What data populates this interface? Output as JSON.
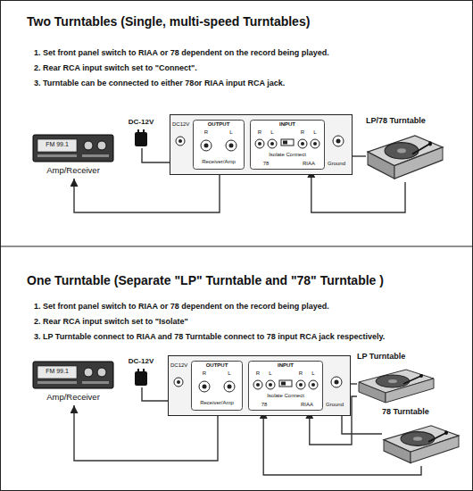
{
  "diagram": {
    "nodes": [
      {
        "text": [
          "Two Turntables (Single, multi-speed Turntables)",
          "1. Set front panel switch to RIAA or 78 dependent on the record being played.",
          "2. Rear RCA input switch set to \"Connect\".",
          "3. Turntable can be connected to either 78or RIAA input RCA jack."
        ]
      },
      {
        "text": [
          "FM 99.1",
          "Amp/Receiver"
        ],
        "in": 0
      },
      {
        "text": [
          "DC-12V"
        ],
        "in": 0
      },
      {
        "text": [
          "DC12V",
          "Ground"
        ],
        "in": 0
      },
      {
        "text": [
          "OUTPUT",
          "R",
          "L",
          "Receiver/Amp"
        ],
        "in": 3
      },
      {
        "text": [
          "INPUT",
          "R",
          "L",
          "78",
          "Isolate Connect",
          "R",
          "L",
          "RIAA"
        ],
        "in": 3
      },
      {
        "text": [
          "LP/78 Turntable"
        ],
        "in": 0
      },
      {
        "text": [
          "One Turntable (Separate \"LP\" Turntable and \"78\" Turntable )",
          "1. Set front panel switch to RIAA or 78 dependent on the record being played.",
          "2. Rear RCA input switch set to \"Isolate\"",
          "3. LP Turntable connect to RIAA and 78 Turntable connect to 78 input RCA jack respectively."
        ]
      },
      {
        "text": [
          "FM 99.1",
          "Amp/Receiver"
        ],
        "in": 7
      },
      {
        "text": [
          "DC-12V"
        ],
        "in": 7
      },
      {
        "text": [
          "DC12V",
          "Ground"
        ],
        "in": 7
      },
      {
        "text": [
          "OUTPUT",
          "R",
          "L",
          "Receiver/Amp"
        ],
        "in": 10
      },
      {
        "text": [
          "INPUT",
          "R",
          "L",
          "78",
          "Isolate Connect",
          "R",
          "L",
          "RIAA"
        ],
        "in": 10
      },
      {
        "text": [
          "LP Turntable"
        ],
        "in": 7
      },
      {
        "text": [
          "78 Turntable"
        ],
        "in": 7
      }
    ],
    "edges": [
      {
        "from": 4,
        "to": 1,
        "arrow": "to"
      },
      {
        "from": 2,
        "to": 3,
        "arrow": "none"
      },
      {
        "from": 6,
        "to": 5,
        "arrow": "to"
      },
      {
        "from": 6,
        "to": 3,
        "arrow": "none"
      },
      {
        "from": 11,
        "to": 8,
        "arrow": "to"
      },
      {
        "from": 9,
        "to": 10,
        "arrow": "none"
      },
      {
        "from": 13,
        "to": 12,
        "arrow": "to"
      },
      {
        "from": 14,
        "to": 12,
        "arrow": "to"
      },
      {
        "from": 13,
        "to": 10,
        "arrow": "none"
      },
      {
        "from": 14,
        "to": 10,
        "arrow": "none"
      }
    ]
  }
}
